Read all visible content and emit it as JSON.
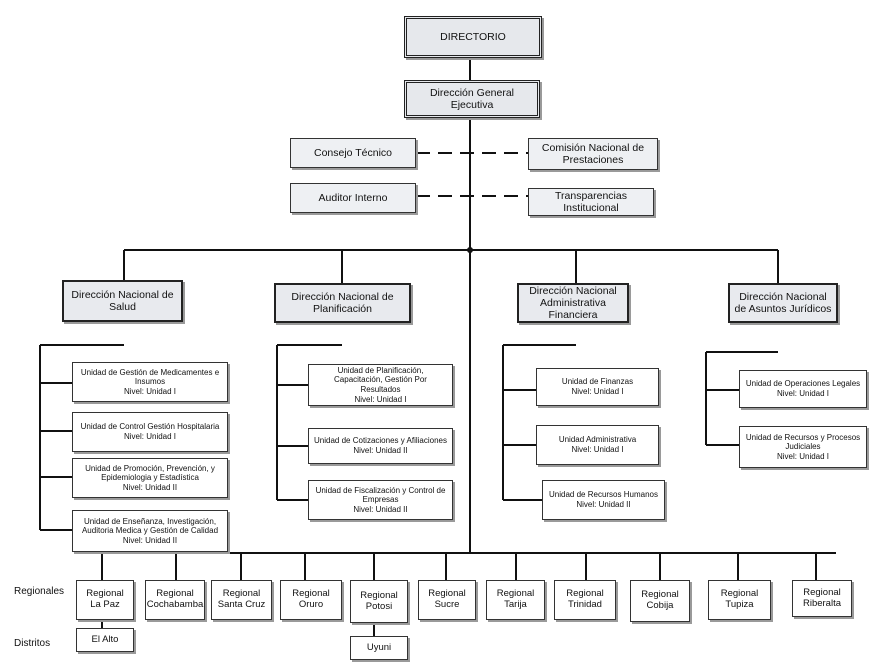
{
  "directorio": "DIRECTORIO",
  "direccion_general": "Dirección General Ejecutiva",
  "staff": {
    "consejo_tecnico": "Consejo Técnico",
    "comision": "Comisión Nacional de Prestaciones",
    "auditor": "Auditor Interno",
    "transparencias": "Transparencias Institucional"
  },
  "directions": {
    "salud": "Dirección Nacional de Salud",
    "planificacion": "Dirección Nacional de Planificación",
    "administrativa": "Dirección Nacional Administrativa Financiera",
    "juridicos": "Dirección Nacional de Asuntos Jurídicos"
  },
  "units": {
    "salud": [
      "Unidad de Gestión de Medicamentes e Insumos\nNivel: Unidad I",
      "Unidad de Control Gestión Hospitalaria\nNivel: Unidad I",
      "Unidad de Promoción, Prevención, y Epidemiologia y Estadística\nNivel: Unidad II",
      "Unidad de Enseñanza, Investigación, Auditoria Medica y Gestión de Calidad\nNivel: Unidad II"
    ],
    "planificacion": [
      "Unidad de Planificación, Capacitación, Gestión Por Resultados\nNivel: Unidad I",
      "Unidad de Cotizaciones y Afiliaciones\nNivel: Unidad II",
      "Unidad de Fiscalización y Control de Empresas\nNivel: Unidad II"
    ],
    "administrativa": [
      "Unidad de Finanzas\nNivel: Unidad I",
      "Unidad Administrativa\nNivel: Unidad I",
      "Unidad de Recursos Humanos\nNivel: Unidad II"
    ],
    "juridicos": [
      "Unidad de Operaciones Legales\nNivel: Unidad I",
      "Unidad de Recursos y Procesos Judiciales\nNivel: Unidad I"
    ]
  },
  "regionales_label": "Regionales",
  "distritos_label": "Distritos",
  "regionales": [
    "Regional La Paz",
    "Regional Cochabamba",
    "Regional Santa Cruz",
    "Regional Oruro",
    "Regional Potosi",
    "Regional Sucre",
    "Regional Tarija",
    "Regional Trinidad",
    "Regional Cobija",
    "Regional Tupiza",
    "Regional Riberalta"
  ],
  "distritos": [
    "El Alto",
    "Uyuni"
  ]
}
